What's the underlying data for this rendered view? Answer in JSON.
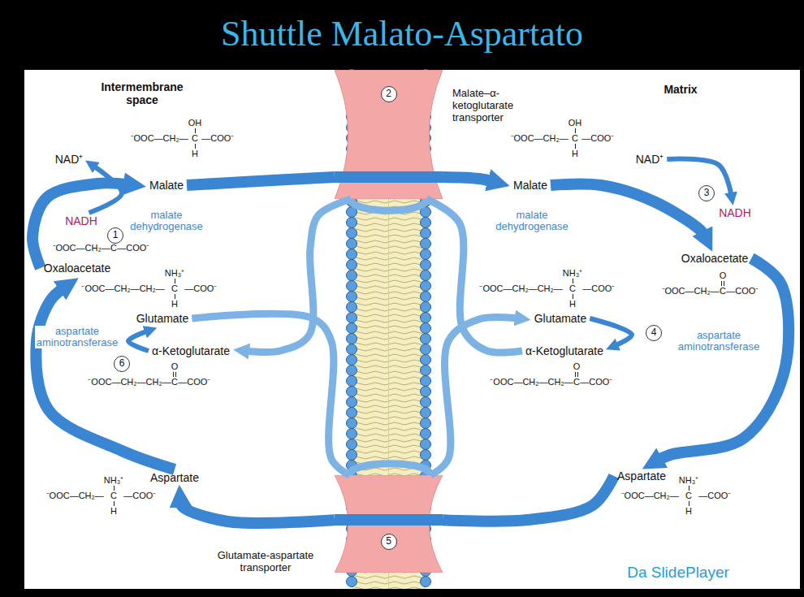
{
  "diagram": {
    "title": "Shuttle Malato-Aspartato",
    "nodes": [
      {
        "text": [
          "NAD⁺"
        ]
      },
      {
        "text": [
          "Malate"
        ]
      },
      {
        "text": [
          "2",
          "Malate–α-ketoglutarate transporter"
        ]
      },
      {
        "text": [
          "Malate"
        ]
      },
      {
        "text": [
          "NAD⁺"
        ]
      },
      {
        "text": [
          "NADH"
        ]
      },
      {
        "text": [
          "NADH"
        ]
      },
      {
        "text": [
          "Oxaloacetate"
        ]
      },
      {
        "text": [
          "Oxaloacetate"
        ]
      },
      {
        "text": [
          "Glutamate"
        ]
      },
      {
        "text": [
          "Glutamate"
        ]
      },
      {
        "text": [
          "α-Ketoglutarate"
        ]
      },
      {
        "text": [
          "α-Ketoglutarate"
        ]
      },
      {
        "text": [
          "Aspartate"
        ]
      },
      {
        "text": [
          "Aspartate"
        ]
      },
      {
        "text": [
          "5",
          "Glutamate-aspartate transporter"
        ]
      }
    ],
    "edges": [
      {
        "from": 1,
        "to": 2,
        "arrow": "none"
      },
      {
        "from": 2,
        "to": 3,
        "arrow": "to"
      },
      {
        "from": 3,
        "to": 8,
        "arrow": "to"
      },
      {
        "from": 4,
        "to": 6,
        "arrow": "to"
      },
      {
        "from": 5,
        "to": 0,
        "arrow": "to"
      },
      {
        "from": 8,
        "to": 14,
        "arrow": "to"
      },
      {
        "from": 14,
        "to": 15,
        "arrow": "none"
      },
      {
        "from": 15,
        "to": 13,
        "arrow": "to"
      },
      {
        "from": 13,
        "to": 7,
        "arrow": "to"
      },
      {
        "from": 7,
        "to": 1,
        "arrow": "to"
      },
      {
        "from": 10,
        "to": 12,
        "arrow": "to"
      },
      {
        "from": 12,
        "to": 2,
        "arrow": "none"
      },
      {
        "from": 2,
        "to": 11,
        "arrow": "to"
      },
      {
        "from": 11,
        "to": 9,
        "arrow": "to"
      },
      {
        "from": 9,
        "to": 15,
        "arrow": "none"
      },
      {
        "from": 15,
        "to": 10,
        "arrow": "to"
      }
    ],
    "labels": [
      "Intermembrane space",
      "Matrix",
      "1",
      "3",
      "4",
      "6",
      "malate dehydrogenase",
      "malate dehydrogenase",
      "aspartate aminotransferase",
      "aspartate aminotransferase",
      "Da SlidePlayer",
      "OH",
      "⁻OOC—CH₂—",
      "C",
      "—COO⁻",
      "H",
      "OH",
      "⁻OOC—CH₂—",
      "C",
      "—COO⁻",
      "H",
      "O",
      "⁻OOC—CH₂—",
      "C",
      "—COO⁻",
      "O",
      "⁻OOC—CH₂—",
      "C",
      "—COO⁻",
      "NH₃⁺",
      "⁻OOC—CH₂—CH₂—",
      "C",
      "—COO⁻",
      "H",
      "NH₃⁺",
      "⁻OOC—CH₂—CH₂—",
      "C",
      "—COO⁻",
      "H",
      "O",
      "⁻OOC—CH₂—CH₂—",
      "C",
      "—COO⁻",
      "O",
      "⁻OOC—CH₂—CH₂—",
      "C",
      "—COO⁻",
      "NH₃⁺",
      "⁻OOC—CH₂—",
      "C",
      "—COO⁻",
      "H",
      "NH₃⁺",
      "⁻OOC—CH₂—",
      "C",
      "—COO⁻",
      "H"
    ]
  }
}
